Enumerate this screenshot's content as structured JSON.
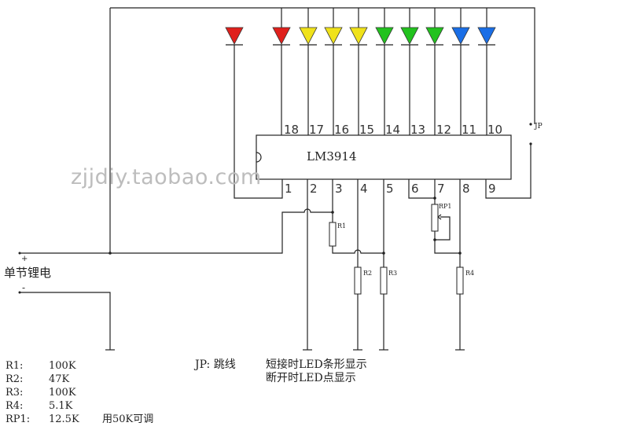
{
  "watermark": "zjjdiy.taobao.com",
  "ic": {
    "label": "LM3914",
    "top_pins": [
      "18",
      "17",
      "16",
      "15",
      "14",
      "13",
      "12",
      "11",
      "10"
    ],
    "bottom_pins": [
      "1",
      "2",
      "3",
      "4",
      "5",
      "6",
      "7",
      "8",
      "9"
    ]
  },
  "leds": [
    {
      "color": "#e0201c"
    },
    {
      "color": "#e0201c"
    },
    {
      "color": "#f0e21a"
    },
    {
      "color": "#f0e21a"
    },
    {
      "color": "#f0e21a"
    },
    {
      "color": "#22c21e"
    },
    {
      "color": "#22c21e"
    },
    {
      "color": "#22c21e"
    },
    {
      "color": "#1a6ee6"
    },
    {
      "color": "#1a6ee6"
    }
  ],
  "labels": {
    "r1": "R1",
    "r2": "R2",
    "r3": "R3",
    "r4": "R4",
    "rp1": "RP1",
    "jp": "JP",
    "plus": "+",
    "minus": "-",
    "battery": "单节锂电"
  },
  "legend": {
    "components": [
      {
        "name": "R1:",
        "value": "100K"
      },
      {
        "name": "R2:",
        "value": "47K"
      },
      {
        "name": "R3:",
        "value": "100K"
      },
      {
        "name": "R4:",
        "value": "5.1K"
      },
      {
        "name": "RP1:",
        "value": "12.5K",
        "note": "用50K可调"
      }
    ],
    "jp_label": "JP: 跳线",
    "jp_closed": "短接时LED条形显示",
    "jp_open": "断开时LED点显示"
  }
}
